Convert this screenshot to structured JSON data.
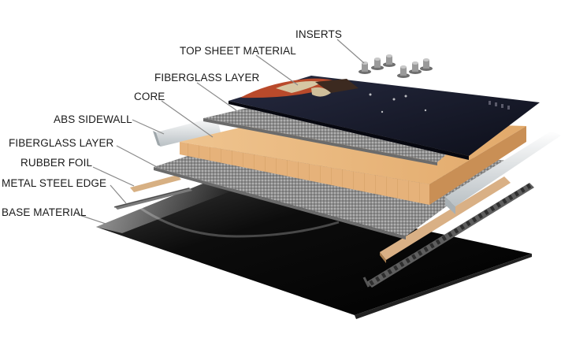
{
  "diagram": {
    "labels": {
      "inserts": "INSERTS",
      "top_sheet": "TOP SHEET MATERIAL",
      "fiberglass_top": "FIBERGLASS LAYER",
      "core": "CORE",
      "abs_sidewall": "ABS SIDEWALL",
      "fiberglass_bottom": "FIBERGLASS LAYER",
      "rubber_foil": "RUBBER FOIL",
      "metal_edge": "METAL STEEL EDGE",
      "base": "BASE MATERIAL"
    },
    "colors": {
      "base": "#0a0a0a",
      "core": "#e7b57f",
      "core_edge": "#c98f55",
      "fiberglass": "#9a9a9a",
      "top_sheet": "#1a1d2e",
      "sidewall": "#e9ecee",
      "rubber": "#d9b48a",
      "steel": "#6e6e6e",
      "inserts": "#8c8c8c"
    }
  }
}
